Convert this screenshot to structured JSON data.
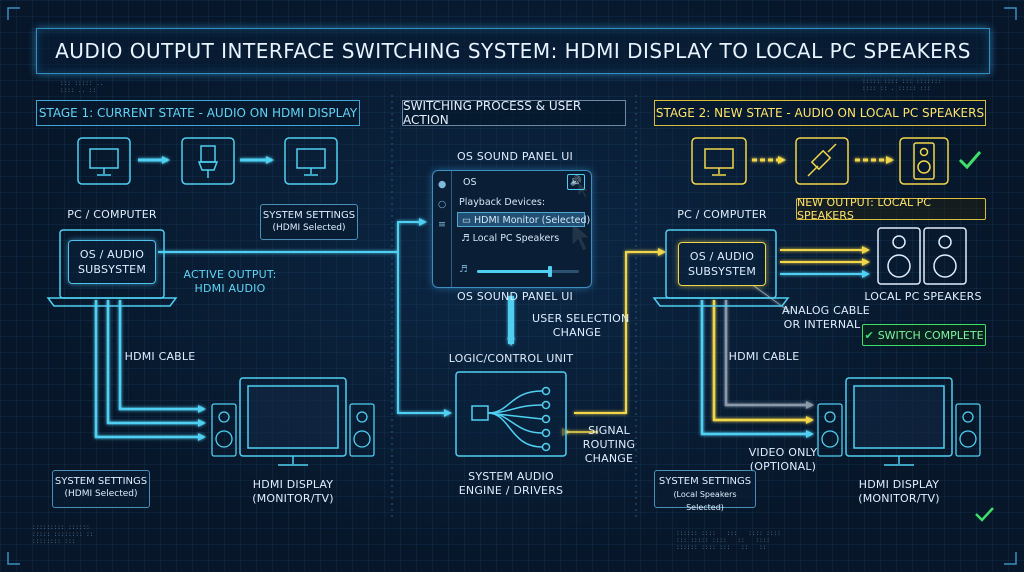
{
  "title": "AUDIO OUTPUT INTERFACE SWITCHING SYSTEM: HDMI DISPLAY TO LOCAL PC SPEAKERS",
  "stages": {
    "stage1": "STAGE 1: CURRENT STATE - AUDIO ON HDMI DISPLAY",
    "process": "SWITCHING PROCESS & USER ACTION",
    "stage2": "STAGE 2: NEW STATE - AUDIO ON LOCAL PC SPEAKERS"
  },
  "left": {
    "pc_label": "PC / COMPUTER",
    "os_audio_1": "OS / AUDIO",
    "os_audio_2": "SUBSYSTEM",
    "active_output_1": "ACTIVE OUTPUT:",
    "active_output_2": "HDMI AUDIO",
    "sys_settings_top_1": "SYSTEM SETTINGS",
    "sys_settings_top_2": "(HDMI Selected)",
    "hdmi_cable": "HDMI CABLE",
    "sys_settings_bottom_1": "SYSTEM SETTINGS",
    "sys_settings_bottom_2": "(HDMI Selected)",
    "hdmi_display_1": "HDMI DISPLAY",
    "hdmi_display_2": "(MONITOR/TV)"
  },
  "center": {
    "panel_title": "OS SOUND PANEL UI",
    "panel_os": "OS",
    "playback_devices": "Playback Devices:",
    "device_hdmi": "HDMI Monitor (Selected)",
    "device_local": "Local PC Speakers",
    "panel_caption": "OS SOUND PANEL UI",
    "volume_level": 0.72,
    "user_selection_1": "USER SELECTION",
    "user_selection_2": "CHANGE",
    "logic_unit": "LOGIC/CONTROL UNIT",
    "signal_1": "SIGNAL",
    "signal_2": "ROUTING",
    "signal_3": "CHANGE",
    "engine_1": "SYSTEM AUDIO",
    "engine_2": "ENGINE / DRIVERS"
  },
  "right": {
    "new_output": "NEW OUTPUT: LOCAL PC SPEAKERS",
    "pc_label": "PC / COMPUTER",
    "os_audio_1": "OS / AUDIO",
    "os_audio_2": "SUBSYSTEM",
    "local_speakers": "LOCAL PC SPEAKERS",
    "analog_1": "ANALOG CABLE",
    "analog_2": "OR INTERNAL",
    "switch_complete": "SWITCH COMPLETE",
    "hdmi_cable": "HDMI CABLE",
    "video_only_1": "VIDEO ONLY",
    "video_only_2": "(OPTIONAL)",
    "sys_settings_1": "SYSTEM SETTINGS",
    "sys_settings_2": "(Local Speakers Selected)",
    "hdmi_display_1": "HDMI DISPLAY",
    "hdmi_display_2": "(MONITOR/TV)"
  },
  "colors": {
    "cyan": "#4fd0f2",
    "yellow": "#f2d64a",
    "green": "#3ee06a",
    "gray": "#8a9aab"
  },
  "icons": {
    "monitor": "monitor-icon",
    "hdmi": "hdmi-plug-icon",
    "analog": "audio-jack-icon",
    "speaker": "speaker-icon",
    "check": "check-icon"
  }
}
